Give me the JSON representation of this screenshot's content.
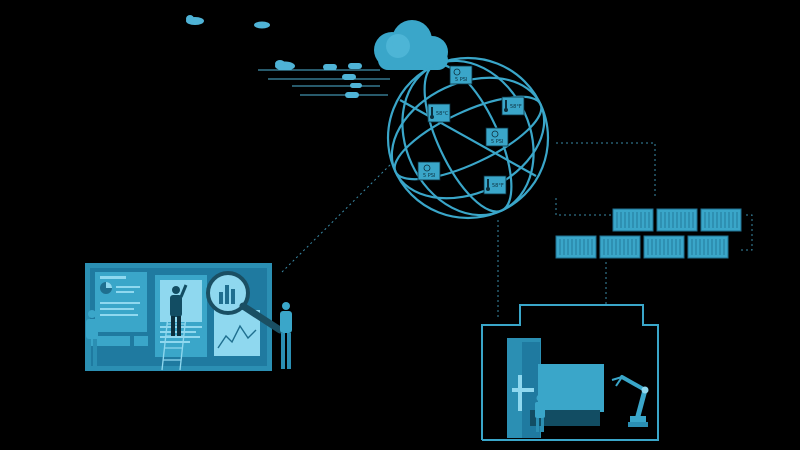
{
  "palette": {
    "background": "#000000",
    "accent": "#3aa6c9",
    "accent_light": "#5fc3e4",
    "accent_dark": "#1f6f8f",
    "panel": "#2b8fb3",
    "panel_dark": "#124d63",
    "dotted": "#3a8aa6"
  },
  "globe": {
    "badges": [
      {
        "label": "5 PSI",
        "icon": "gauge-icon"
      },
      {
        "label": "58°C",
        "icon": "thermometer-icon"
      },
      {
        "label": "58°F",
        "icon": "thermometer-icon"
      },
      {
        "label": "5 PSI",
        "icon": "gauge-icon"
      },
      {
        "label": "5 PSI",
        "icon": "gauge-icon"
      },
      {
        "label": "58°F",
        "icon": "thermometer-icon"
      }
    ]
  },
  "containers": {
    "rows": [
      3,
      4
    ]
  },
  "icons": {
    "cloud": "cloud-icon",
    "magnifier": "magnifying-glass-icon",
    "robot_arm": "robot-arm-icon",
    "pie": "pie-chart-icon",
    "bar": "bar-chart-icon",
    "line": "line-chart-icon"
  }
}
